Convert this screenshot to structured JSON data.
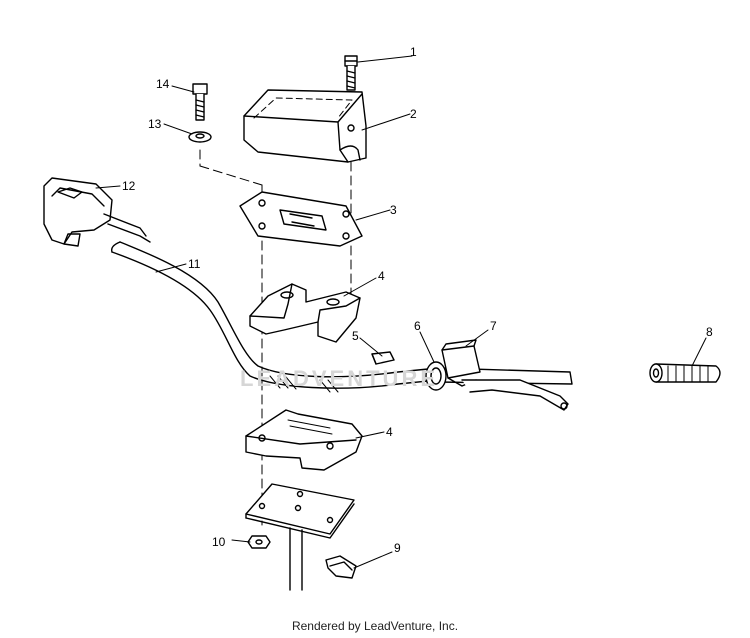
{
  "diagram": {
    "callouts": [
      {
        "id": "1",
        "label": "1"
      },
      {
        "id": "2",
        "label": "2"
      },
      {
        "id": "3",
        "label": "3"
      },
      {
        "id": "4a",
        "label": "4"
      },
      {
        "id": "5",
        "label": "5"
      },
      {
        "id": "6",
        "label": "6"
      },
      {
        "id": "7",
        "label": "7"
      },
      {
        "id": "8",
        "label": "8"
      },
      {
        "id": "4b",
        "label": "4"
      },
      {
        "id": "9",
        "label": "9"
      },
      {
        "id": "10",
        "label": "10"
      },
      {
        "id": "11",
        "label": "11"
      },
      {
        "id": "12",
        "label": "12"
      },
      {
        "id": "13",
        "label": "13"
      },
      {
        "id": "14",
        "label": "14"
      }
    ],
    "watermark": "LEADVENTURE"
  },
  "footer": {
    "text": "Rendered by LeadVenture, Inc."
  }
}
